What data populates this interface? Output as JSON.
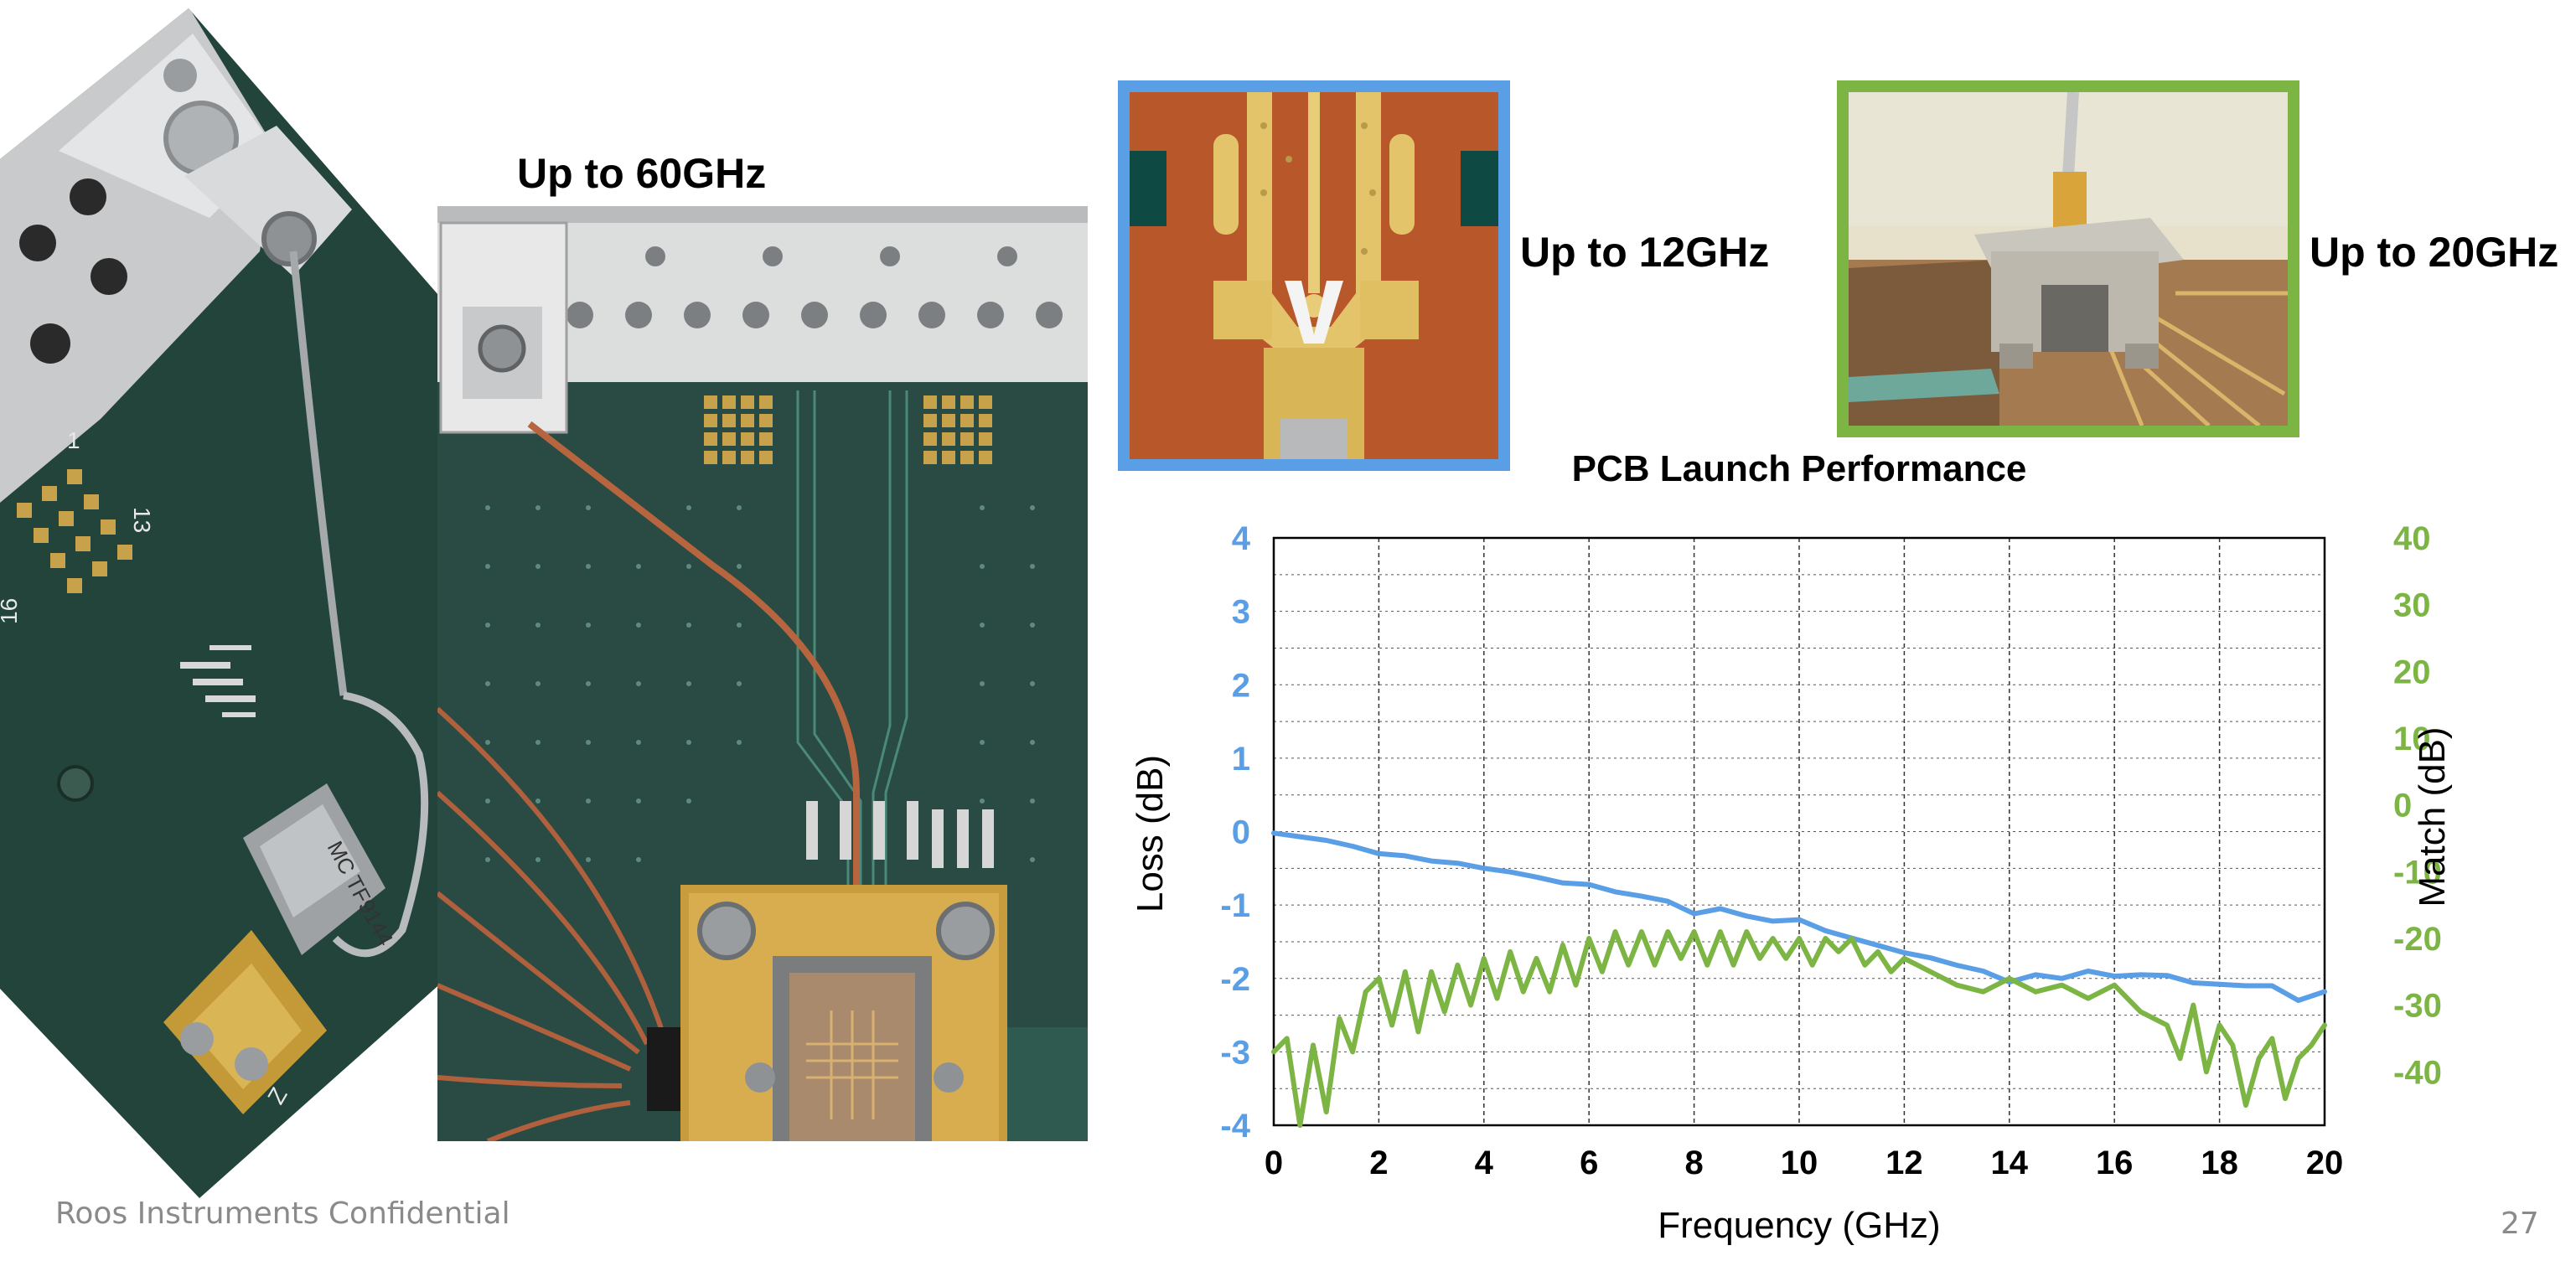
{
  "labels": {
    "up60": "Up to 60GHz",
    "up12": "Up to 12GHz",
    "up20": "Up to 20GHz"
  },
  "photo_text": {
    "pad_num_a": "1",
    "pad_num_b": "13",
    "pad_num_c": "16",
    "cable_marking": "MC TF9144",
    "corner_mark": "Z"
  },
  "footer": {
    "confidential": "Roos Instruments Confidential",
    "page_number": "27"
  },
  "colors": {
    "loss": "#5a9ee6",
    "match": "#7db545",
    "frame_blue": "#5a9ee6",
    "frame_green": "#7db545",
    "pcb_green": "#24453c",
    "gold": "#c9a24a"
  },
  "chart_data": {
    "type": "line",
    "title": "PCB Launch Performance",
    "xlabel": "Frequency (GHz)",
    "ylabel": "Loss (dB)",
    "y2label": "Match (dB)",
    "xlim": [
      0,
      20
    ],
    "ylim": [
      -4,
      4
    ],
    "y2lim": [
      -48,
      40
    ],
    "x_ticks": [
      0,
      2,
      4,
      6,
      8,
      10,
      12,
      14,
      16,
      18,
      20
    ],
    "y_ticks": [
      4,
      3,
      2,
      1,
      0,
      -1,
      -2,
      -3,
      -4
    ],
    "y2_ticks": [
      40,
      30,
      20,
      10,
      0,
      -10,
      -20,
      -30,
      -40
    ],
    "grid": true,
    "series": [
      {
        "axis": "left",
        "x": [
          0,
          0.5,
          1,
          1.5,
          2,
          2.5,
          3,
          3.5,
          4,
          4.5,
          5,
          5.5,
          6,
          6.5,
          7,
          7.5,
          8,
          8.5,
          9,
          9.5,
          10,
          10.5,
          11,
          11.5,
          12,
          12.5,
          13,
          13.5,
          14,
          14.5,
          15,
          15.5,
          16,
          16.5,
          17,
          17.5,
          18,
          18.5,
          19,
          19.5,
          20
        ],
        "values": [
          -0.02,
          -0.07,
          -0.12,
          -0.2,
          -0.3,
          -0.33,
          -0.4,
          -0.43,
          -0.5,
          -0.55,
          -0.62,
          -0.7,
          -0.72,
          -0.82,
          -0.88,
          -0.95,
          -1.12,
          -1.05,
          -1.15,
          -1.22,
          -1.2,
          -1.35,
          -1.45,
          -1.55,
          -1.65,
          -1.72,
          -1.82,
          -1.9,
          -2.05,
          -1.95,
          -2.0,
          -1.9,
          -1.97,
          -1.95,
          -1.96,
          -2.06,
          -2.08,
          -2.1,
          -2.1,
          -2.3,
          -2.18
        ]
      },
      {
        "axis": "right",
        "x": [
          0,
          0.25,
          0.5,
          0.75,
          1,
          1.25,
          1.5,
          1.75,
          2,
          2.25,
          2.5,
          2.75,
          3,
          3.25,
          3.5,
          3.75,
          4,
          4.25,
          4.5,
          4.75,
          5,
          5.25,
          5.5,
          5.75,
          6,
          6.25,
          6.5,
          6.75,
          7,
          7.25,
          7.5,
          7.75,
          8,
          8.25,
          8.5,
          8.75,
          9,
          9.25,
          9.5,
          9.75,
          10,
          10.25,
          10.5,
          10.75,
          11,
          11.25,
          11.5,
          11.75,
          12,
          12.5,
          13,
          13.5,
          14,
          14.5,
          15,
          15.5,
          16,
          16.5,
          17,
          17.25,
          17.5,
          17.75,
          18,
          18.25,
          18.5,
          18.75,
          19,
          19.25,
          19.5,
          19.75,
          20
        ],
        "values": [
          -37,
          -35,
          -48,
          -36,
          -46,
          -32,
          -37,
          -28,
          -26,
          -33,
          -25,
          -34,
          -25,
          -31,
          -24,
          -30,
          -23,
          -29,
          -22,
          -28,
          -23,
          -28,
          -21,
          -27,
          -20,
          -25,
          -19,
          -24,
          -19,
          -24,
          -19,
          -23,
          -19,
          -24,
          -19,
          -24,
          -19,
          -23,
          -20,
          -23,
          -20,
          -24,
          -20,
          -22,
          -20,
          -24,
          -22,
          -25,
          -23,
          -25,
          -27,
          -28,
          -26,
          -28,
          -27,
          -29,
          -27,
          -31,
          -33,
          -38,
          -30,
          -40,
          -33,
          -36,
          -45,
          -38,
          -35,
          -44,
          -38,
          -36,
          -33
        ]
      }
    ]
  }
}
